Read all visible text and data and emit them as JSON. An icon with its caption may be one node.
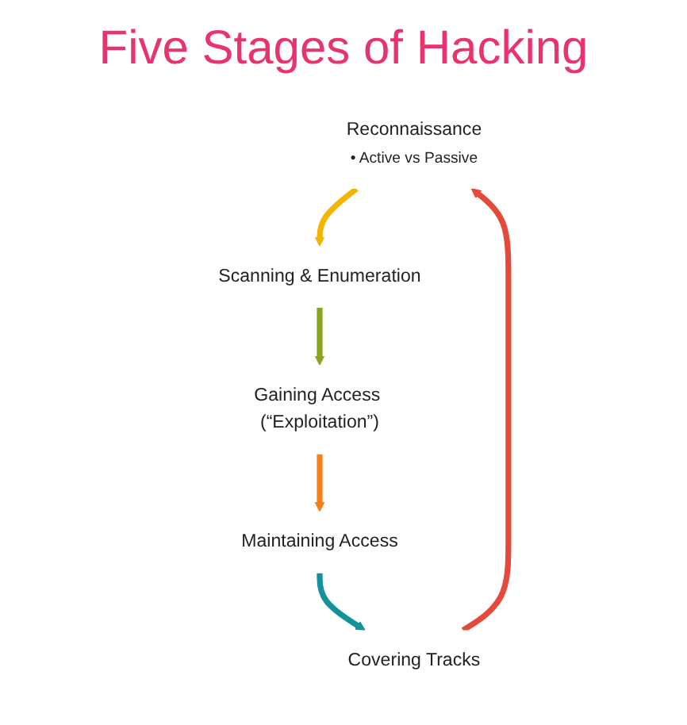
{
  "diagram": {
    "title": "Five Stages of Hacking",
    "nodes": [
      {
        "text": [
          "Reconnaissance",
          "• Active vs Passive"
        ]
      },
      {
        "text": [
          "Scanning & Enumeration"
        ]
      },
      {
        "text": [
          "Gaining Access (“Exploitation”)"
        ]
      },
      {
        "text": [
          "Maintaining Access"
        ]
      },
      {
        "text": [
          "Covering Tracks"
        ]
      }
    ],
    "edges": [
      {
        "from": 4,
        "to": 0,
        "arrow": "to",
        "color": "#e5493a"
      },
      {
        "from": 0,
        "to": 1,
        "arrow": "to",
        "color": "#f5b400"
      },
      {
        "from": 1,
        "to": 2,
        "arrow": "to",
        "color": "#8aa61f"
      },
      {
        "from": 2,
        "to": 3,
        "arrow": "to",
        "color": "#f77f1a"
      },
      {
        "from": 3,
        "to": 4,
        "arrow": "to",
        "color": "#14929b"
      }
    ]
  }
}
